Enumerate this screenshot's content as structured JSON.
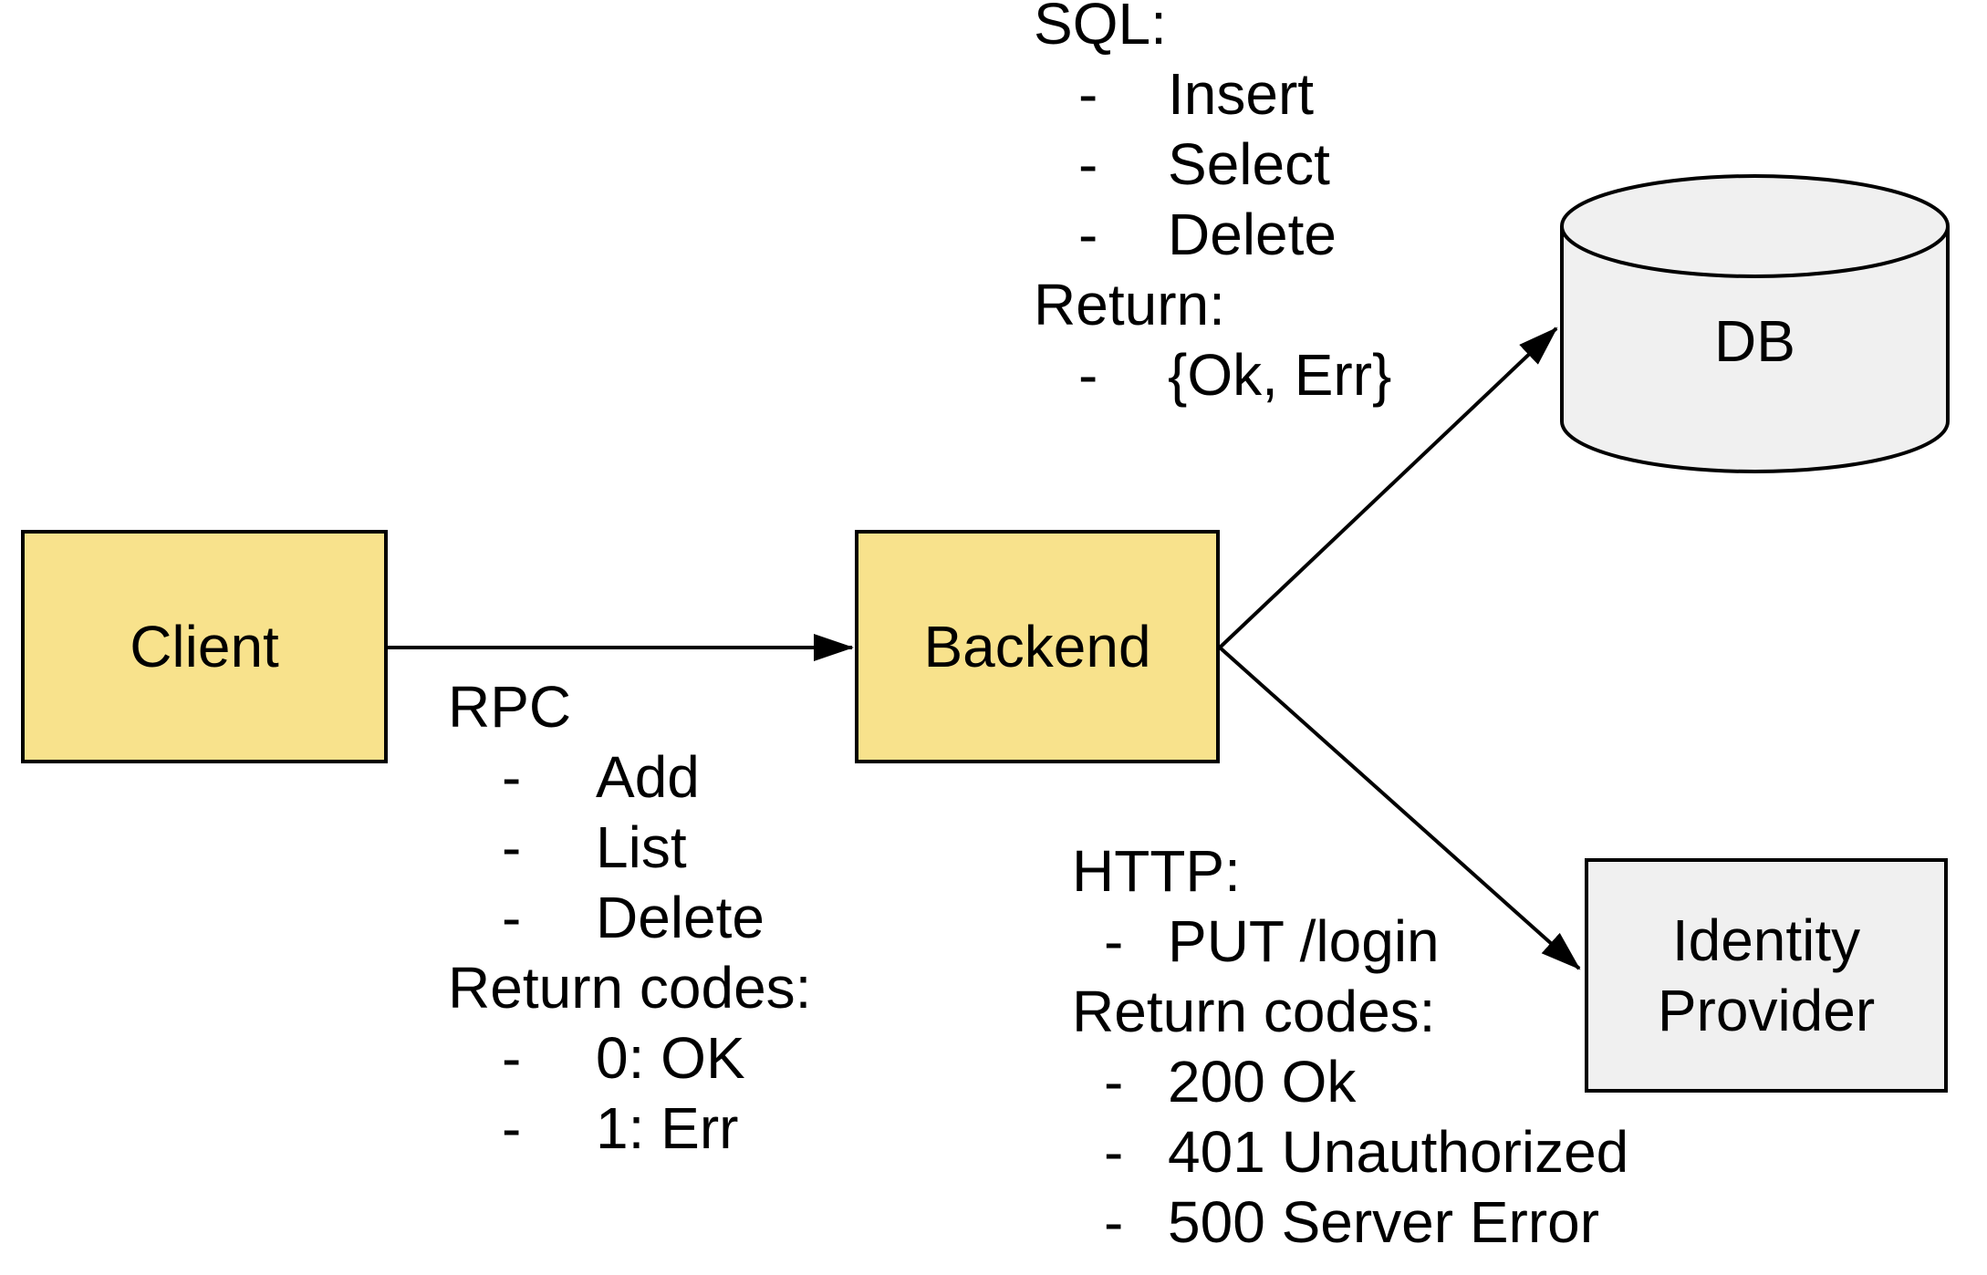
{
  "nodes": {
    "client": {
      "label": "Client"
    },
    "backend": {
      "label": "Backend"
    },
    "db": {
      "label": "DB"
    },
    "identity_provider": {
      "label": "Identity Provider",
      "label_lines": [
        "Identity",
        "Provider"
      ]
    }
  },
  "edges": {
    "client_backend": {
      "protocol": "RPC",
      "items": [
        "Add",
        "List",
        "Delete"
      ],
      "return_label": "Return codes:",
      "returns": [
        "0: OK",
        "1: Err"
      ]
    },
    "backend_db": {
      "protocol": "SQL:",
      "items": [
        "Insert",
        "Select",
        "Delete"
      ],
      "return_label": "Return:",
      "returns": [
        "{Ok, Err}"
      ]
    },
    "backend_idp": {
      "protocol": "HTTP:",
      "items": [
        "PUT /login"
      ],
      "return_label": "Return codes:",
      "returns": [
        "200 Ok",
        "401 Unauthorized",
        "500 Server Error"
      ]
    }
  },
  "bullet": "-",
  "colors": {
    "node_fill_yellow": "#F8E28C",
    "node_fill_gray": "#F0F0F0",
    "stroke": "#000000",
    "background": "#FFFFFF"
  }
}
